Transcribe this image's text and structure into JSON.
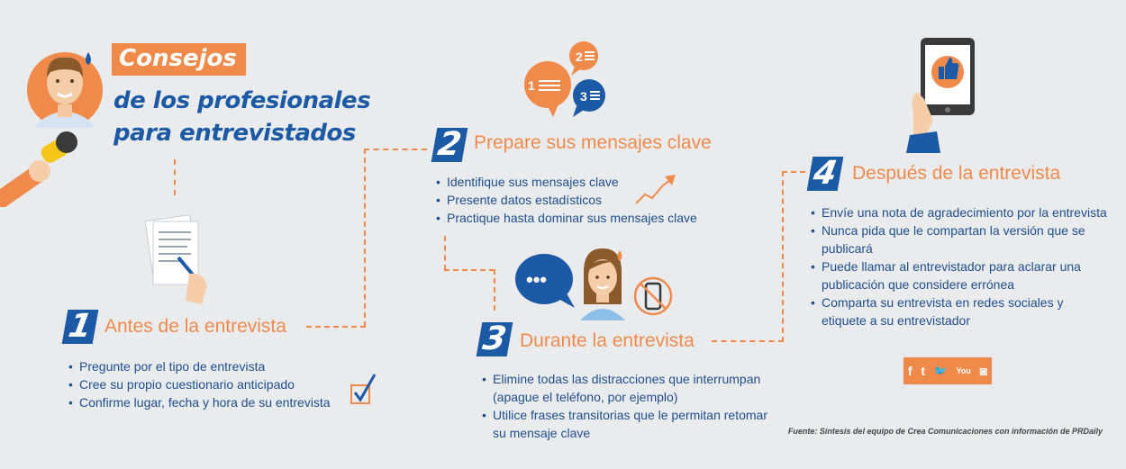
{
  "header": {
    "title_highlight": "Consejos",
    "title_line2": "de los profesionales",
    "title_line3": "para entrevistados"
  },
  "steps": [
    {
      "number": "1",
      "heading": "Antes de la entrevista",
      "items": [
        "Pregunte por el tipo de entrevista",
        "Cree su propio cuestionario anticipado",
        "Confirme lugar, fecha y hora de su entrevista"
      ]
    },
    {
      "number": "2",
      "heading": "Prepare sus mensajes clave",
      "items": [
        "Identifique sus mensajes clave",
        "Presente datos estadísticos",
        "Practique hasta dominar sus mensajes clave"
      ]
    },
    {
      "number": "3",
      "heading": "Durante la entrevista",
      "items": [
        "Elimine todas las distracciones que interrumpan (apague el teléfono, por ejemplo)",
        "Utilice frases transitorias que le permitan retomar su mensaje clave"
      ]
    },
    {
      "number": "4",
      "heading": "Después de la entrevista",
      "items": [
        "Envíe una nota de agradecimiento por la entrevista",
        "Nunca pida que le compartan la versión que se publicará",
        "Puede llamar al entrevistador para aclarar una publicación que considere errónea",
        "Comparta su entrevista en redes sociales y etiquete a su entrevistador"
      ]
    }
  ],
  "bubbles": {
    "b1": "1",
    "b2": "2",
    "b3": "3",
    "dots": "•••"
  },
  "social": [
    "f",
    "t",
    "🐦",
    "You",
    "◙"
  ],
  "source": "Fuente: Síntesis del equipo de Crea Comunicaciones con información de PRDaily",
  "colors": {
    "orange": "#f08a4b",
    "blue": "#1d5aa6",
    "background": "#e9ebed"
  }
}
